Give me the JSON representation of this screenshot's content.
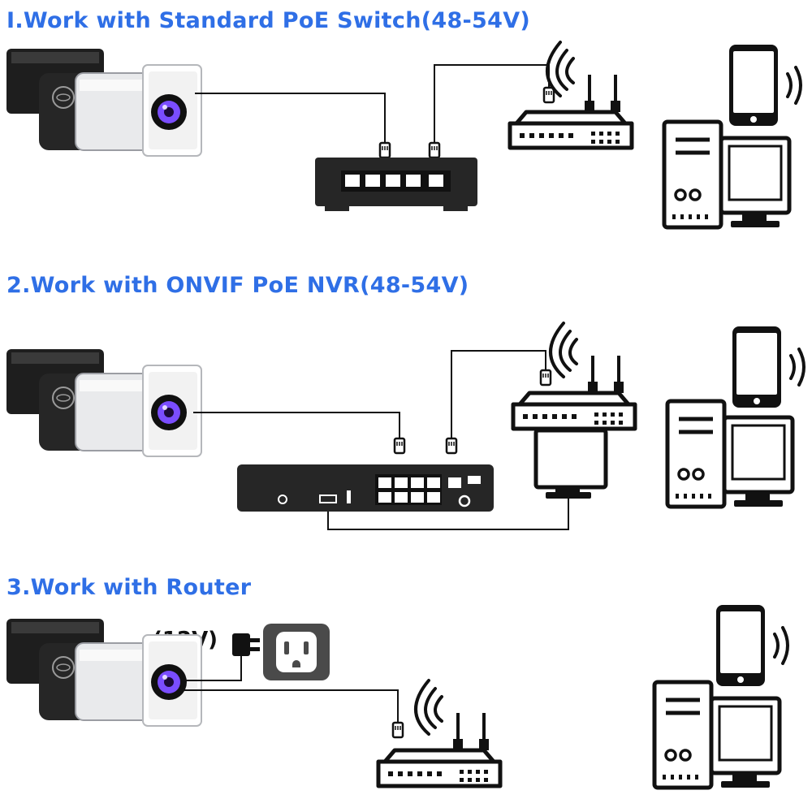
{
  "sections": [
    {
      "title": "I.Work with Standard PoE Switch(48-54V)"
    },
    {
      "title": "2.Work with ONVIF PoE NVR(48-54V)"
    },
    {
      "title": "3.Work with Router"
    }
  ],
  "power_label": "(12V)",
  "colors": {
    "title": "#2f6fe6",
    "device_dark": "#2a2a2a",
    "camera_body": "#e9eaec",
    "lens": "#7a4dff",
    "line": "#111111"
  },
  "icons": [
    "ptz-camera-icon",
    "poe-switch-icon",
    "wifi-router-icon",
    "smartphone-icon",
    "desktop-computer-icon",
    "nvr-recorder-icon",
    "monitor-icon",
    "power-adapter-icon",
    "wall-outlet-icon",
    "ethernet-plug-icon"
  ]
}
